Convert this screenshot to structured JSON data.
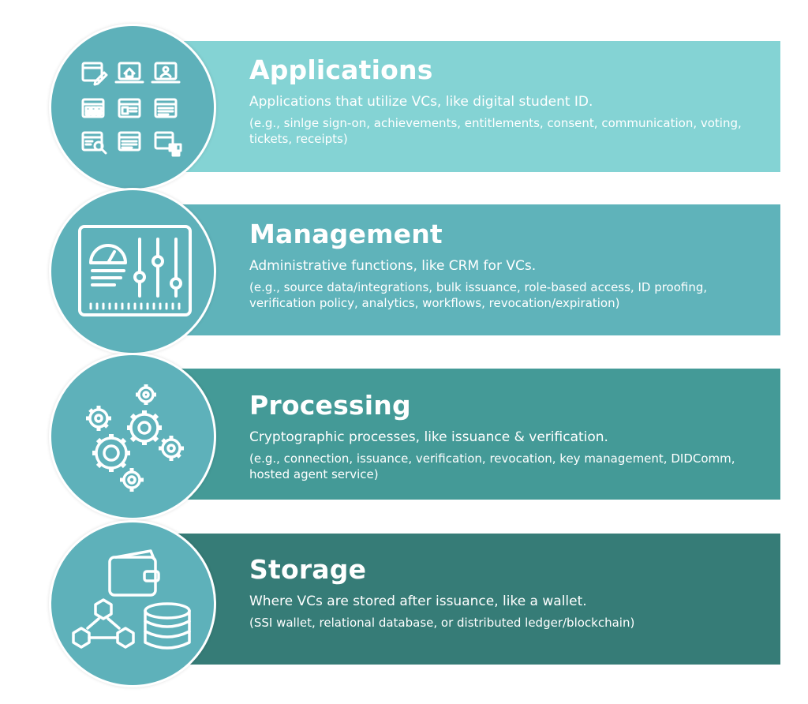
{
  "colors": {
    "circle": "#5eb1ba",
    "icon_stroke": "#ffffff"
  },
  "layers": [
    {
      "title": "Applications",
      "description": "Applications that utilize VCs, like digital student ID.",
      "examples": "(e.g., sinlge sign-on, achievements, entitlements, consent, communication, voting, tickets, receipts)",
      "color": "#84d3d4",
      "icon": "app-grid-icon"
    },
    {
      "title": "Management",
      "description": "Administrative functions, like CRM for VCs.",
      "examples": "(e.g., source data/integrations, bulk issuance, role-based access, ID proofing, verification policy, analytics, workflows, revocation/expiration)",
      "color": "#5fb3ba",
      "icon": "dashboard-sliders-icon"
    },
    {
      "title": "Processing",
      "description": "Cryptographic processes, like issuance & verification.",
      "examples": "(e.g., connection, issuance, verification, revocation, key management, DIDComm, hosted agent service)",
      "color": "#449a97",
      "icon": "gears-icon"
    },
    {
      "title": "Storage",
      "description": "Where VCs are stored after issuance, like a wallet.",
      "examples": "(SSI wallet, relational database, or distributed ledger/blockchain)",
      "color": "#367c77",
      "icon": "wallet-database-blockchain-icon"
    }
  ]
}
